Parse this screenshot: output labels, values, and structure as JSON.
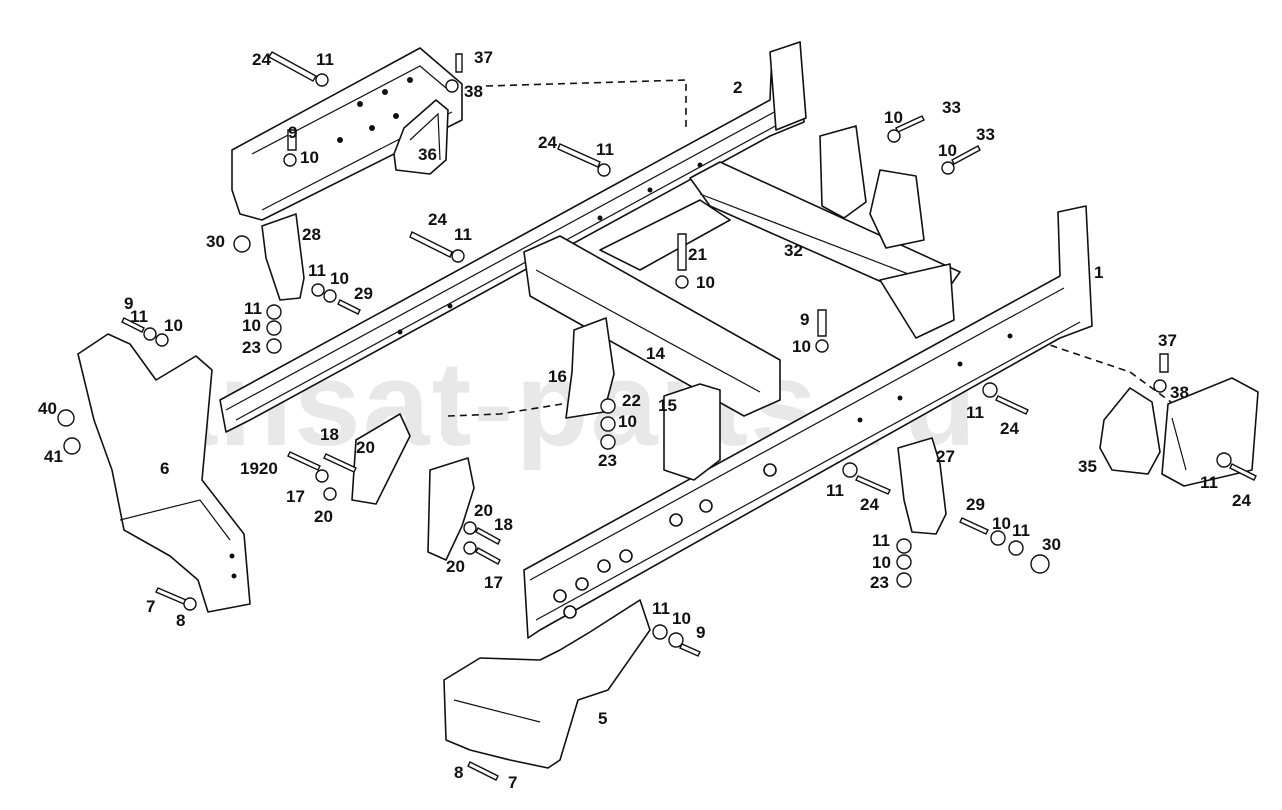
{
  "watermark": "ansat-parts.ru",
  "corner_mark": "",
  "labels": [
    "24",
    "11",
    "37",
    "38",
    "2",
    "9",
    "10",
    "36",
    "33",
    "33",
    "24",
    "11",
    "10",
    "10",
    "24",
    "11",
    "30",
    "28",
    "21",
    "10",
    "32",
    "1",
    "11",
    "10",
    "29",
    "9",
    "11",
    "10",
    "11",
    "10",
    "23",
    "9",
    "10",
    "37",
    "38",
    "14",
    "16",
    "22",
    "10",
    "23",
    "15",
    "40",
    "41",
    "6",
    "18",
    "20",
    "1920",
    "17",
    "20",
    "11",
    "24",
    "35",
    "11",
    "24",
    "27",
    "20",
    "18",
    "20",
    "17",
    "11",
    "24",
    "29",
    "10",
    "11",
    "30",
    "11",
    "10",
    "23",
    "7",
    "8",
    "11",
    "10",
    "9",
    "5",
    "8",
    "7"
  ],
  "icons": [
    "frame-rail-icon",
    "bracket-icon",
    "bolt-icon",
    "washer-icon",
    "nut-icon"
  ]
}
